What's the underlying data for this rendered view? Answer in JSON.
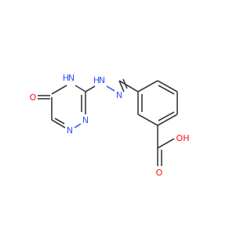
{
  "molecule": {
    "atom_labels": {
      "ring_oxygen": "O",
      "nh_ring": "H",
      "n_ring4": "N",
      "n_ring1": "N",
      "n_ring2": "N",
      "hydrazone_nh_h": "H",
      "hydrazone_nh_n": "N",
      "hydrazone_n": "N",
      "acid_carbonyl_o": "O",
      "acid_hydroxyl": "OH"
    },
    "colors": {
      "carbon_bond": "#3a3a3a",
      "nitrogen": "#3050f8",
      "oxygen": "#ff0d0d"
    }
  }
}
